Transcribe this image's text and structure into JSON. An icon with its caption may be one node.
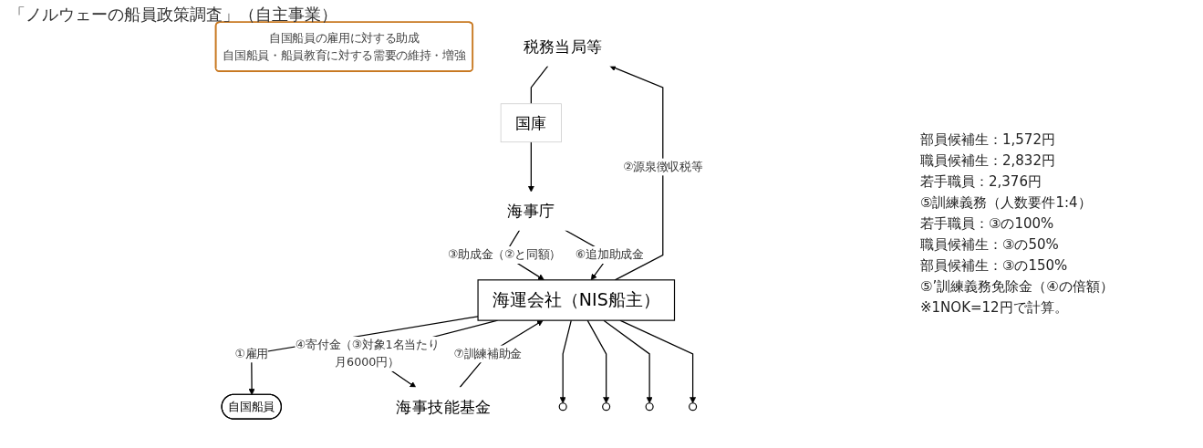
{
  "diagram": {
    "title": "「ノルウェーの船員政策調査」（自主事業）",
    "nodes": [
      {
        "text": [
          "自国船員の雇用に対する助成",
          "自国船員・船員教育に対する需要の維持・増強"
        ]
      },
      {
        "text": [
          "自国船員"
        ]
      },
      {
        "text": [
          "税務当局等"
        ]
      },
      {
        "text": [
          "国庫"
        ]
      },
      {
        "text": [
          "海運会社（NIS船主）"
        ]
      },
      {
        "text": [
          "海事庁"
        ]
      },
      {
        "text": [
          "海事技能基金"
        ]
      },
      {
        "text": [],
        "shape": "circle"
      },
      {
        "text": [],
        "shape": "circle"
      },
      {
        "text": [],
        "shape": "circle"
      },
      {
        "text": [],
        "shape": "circle"
      }
    ],
    "edges": [
      {
        "from": 4,
        "to": 1,
        "arrow": "to",
        "label": "①雇用"
      },
      {
        "from": 4,
        "to": 2,
        "arrow": "to",
        "label": "②源泉徴収税等"
      },
      {
        "from": 2,
        "to": 3,
        "arrow": "none"
      },
      {
        "from": 3,
        "to": 5,
        "arrow": "to"
      },
      {
        "from": 5,
        "to": 4,
        "arrow": "to",
        "label": "③助成金（②と同額）"
      },
      {
        "from": 6,
        "to": 4,
        "arrow": "to",
        "label": "⑦訓練補助金"
      },
      {
        "from": 5,
        "to": 4,
        "arrow": "to",
        "label": "⑥追加助成金"
      },
      {
        "from": 4,
        "to": 6,
        "arrow": "to",
        "label": "④寄付金（③対象1名当たり月6000円）"
      },
      {
        "from": 4,
        "to": 7,
        "arrow": "to"
      },
      {
        "from": 4,
        "to": 8,
        "arrow": "to"
      },
      {
        "from": 4,
        "to": 9,
        "arrow": "to"
      },
      {
        "from": 4,
        "to": 10,
        "arrow": "to"
      }
    ],
    "labels": [
      "部員候補生：1,572円",
      "職員候補生：2,832円",
      "若手職員：2,376円",
      "⑤訓練義務（人数要件1:4）",
      "若手職員：③の100%",
      "職員候補生：③の50%",
      "部員候補生：③の150%",
      "⑤’訓練義務免除金（④の倍額）",
      "※1NOK=12円で計算。"
    ]
  }
}
